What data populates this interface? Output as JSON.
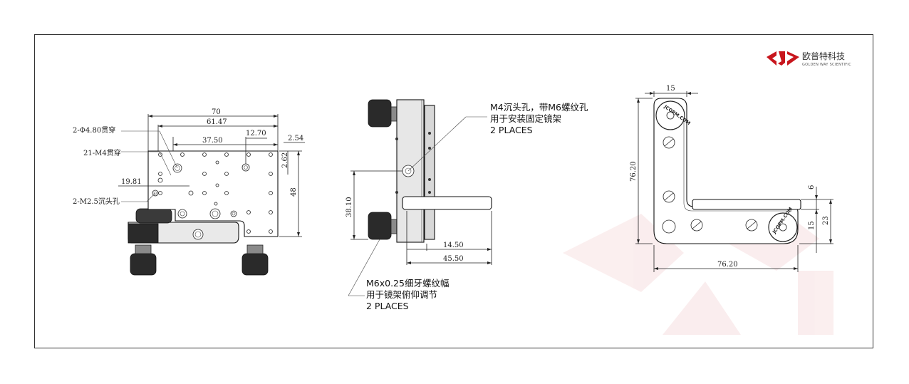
{
  "logo": {
    "name_cn": "欧普特科技",
    "name_en": "GOLDEN WAY SCIENTIFIC",
    "brand_color": "#c8161d"
  },
  "front_view": {
    "dims": {
      "width_70": "70",
      "width_61_47": "61.47",
      "width_37_50": "37.50",
      "width_12_70": "12.70",
      "width_2_54": "2.54",
      "height_2_62": "2.62",
      "height_48": "48",
      "offset_19_81": "19.81"
    },
    "callouts": {
      "through_holes": "2-Φ4.80贯穿",
      "m4_through": "21-M4贯穿",
      "m2_5_counterbore": "2-M2.5沉头孔"
    }
  },
  "side_view": {
    "dims": {
      "height_38_10": "38.10",
      "depth_14_50": "14.50",
      "depth_45_50": "45.50"
    },
    "note_top": {
      "line1": "M4沉头孔，带M6螺纹孔",
      "line2": "用于安装固定镜架",
      "line3": "2 PLACES"
    },
    "note_bottom": {
      "line1": "M6x0.25细牙螺纹幅",
      "line2": "用于镜架俯仰调节",
      "line3": "2 PLACES"
    }
  },
  "top_view": {
    "dims": {
      "width_15": "15",
      "height_76_20": "76.20",
      "width_76_20": "76.20",
      "height_6": "6",
      "height_15": "15",
      "height_23": "23"
    },
    "stamp_text": "JCOPM.COM"
  }
}
